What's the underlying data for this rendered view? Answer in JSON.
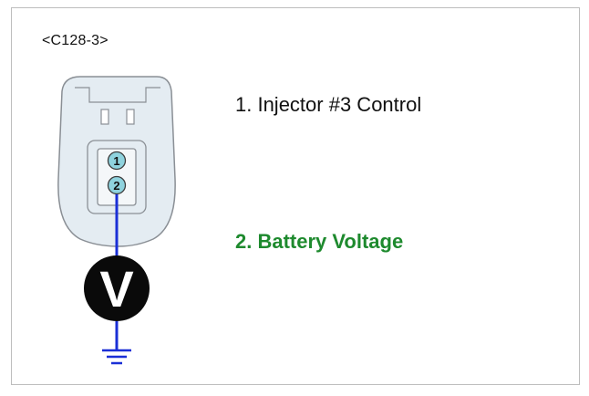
{
  "connector": {
    "label": "<C128-3>"
  },
  "pins": [
    {
      "number": "1",
      "description": "1. Injector #3 Control"
    },
    {
      "number": "2",
      "description": "2. Battery Voltage"
    }
  ],
  "meter": {
    "symbol": "V"
  },
  "colors": {
    "wire": "#1a2fd6",
    "highlight_text": "#1e8a2e",
    "pin_fill": "#8fd3de",
    "connector_fill": "#e4ecf2"
  }
}
